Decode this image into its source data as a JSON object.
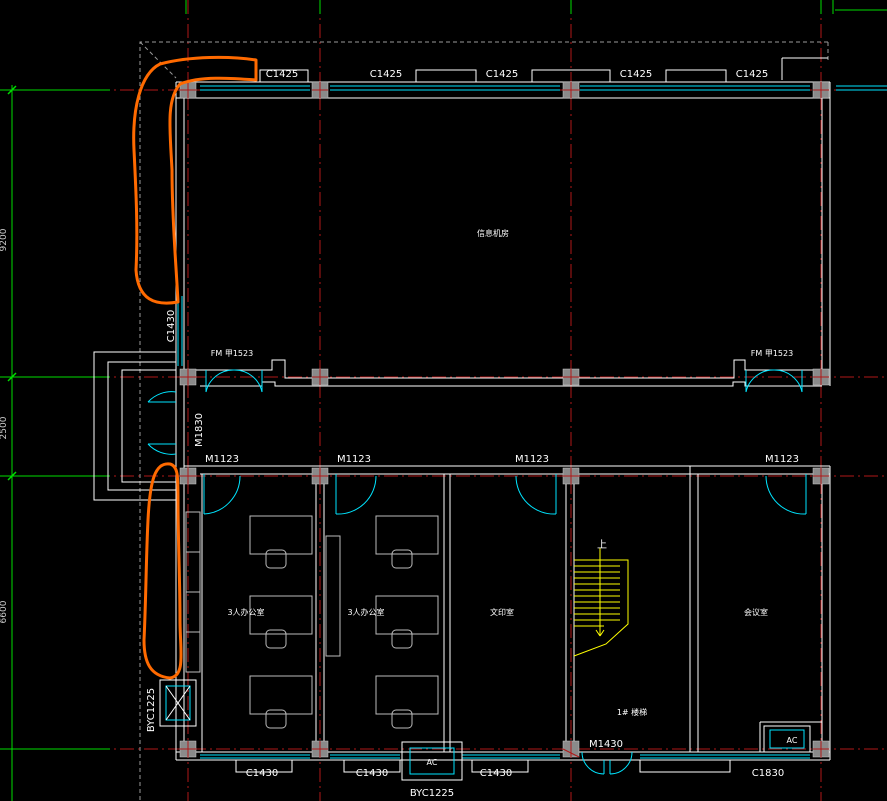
{
  "colors": {
    "background": "#000000",
    "axis_line": "#b01818",
    "grid_line": "#00ff00",
    "wall": "#ffffff",
    "window": "#00e5ff",
    "door": "#00e5ff",
    "column": "#8a8a8a",
    "markup": "#ff6a00",
    "stair": "#ffff00"
  },
  "windows": {
    "c1425_a": "C1425",
    "c1425_b": "C1425",
    "c1425_c": "C1425",
    "c1425_d": "C1425",
    "c1425_e": "C1425",
    "c1430_side": "C1430",
    "c1430_a": "C1430",
    "c1430_b": "C1430",
    "c1430_c": "C1430",
    "c1830": "C1830",
    "byc1225_left": "BYC1225",
    "byc1225_bottom": "BYC1225"
  },
  "doors": {
    "fm1523_left": "FM 甲1523",
    "fm1523_right": "FM 甲1523",
    "m1830": "M1830",
    "m1123_a": "M1123",
    "m1123_b": "M1123",
    "m1123_c": "M1123",
    "m1123_d": "M1123",
    "m1430": "M1430"
  },
  "rooms": {
    "big_room": "信息机房",
    "office_1": "3人办公室",
    "office_2": "3人办公室",
    "archive": "文印室",
    "stair": "1# 楼梯",
    "stair_up": "上",
    "right_room": "会议室"
  },
  "dimensions": {
    "dim_1": "9200",
    "dim_2": "2500",
    "dim_3": "6600"
  },
  "equipment": {
    "ac_label": "AC"
  }
}
